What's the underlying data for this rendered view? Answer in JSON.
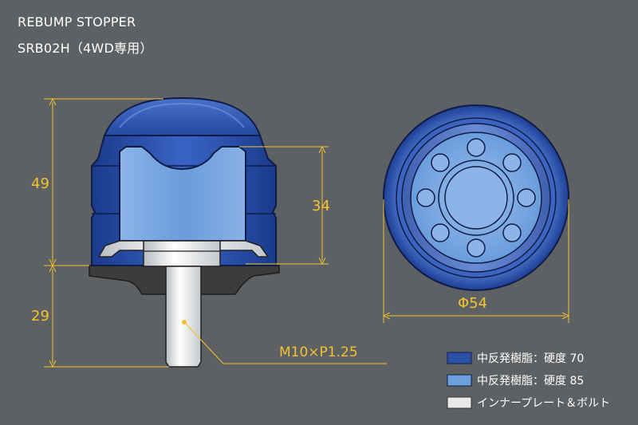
{
  "header": {
    "title": "REBUMP STOPPER",
    "subtitle": "SRB02H（4WD専用）"
  },
  "dimensions": {
    "total_height": "49",
    "inner_height": "34",
    "stud_length": "29",
    "diameter": "Φ54",
    "thread": "M10×P1.25"
  },
  "legend": [
    {
      "label": "中反発樹脂：硬度 70",
      "color": "#2a50a8"
    },
    {
      "label": "中反発樹脂：硬度 85",
      "color": "#6aa0dc"
    },
    {
      "label": "インナープレート＆ボルト",
      "color": "#e6e8ea"
    }
  ],
  "colors": {
    "background": "#5e6163",
    "dimension_line": "#f2c230",
    "dark_blue": "#2a50a8",
    "light_blue": "#6aa0dc",
    "plate": "#e6e8ea",
    "base": "#3c3c3c"
  }
}
